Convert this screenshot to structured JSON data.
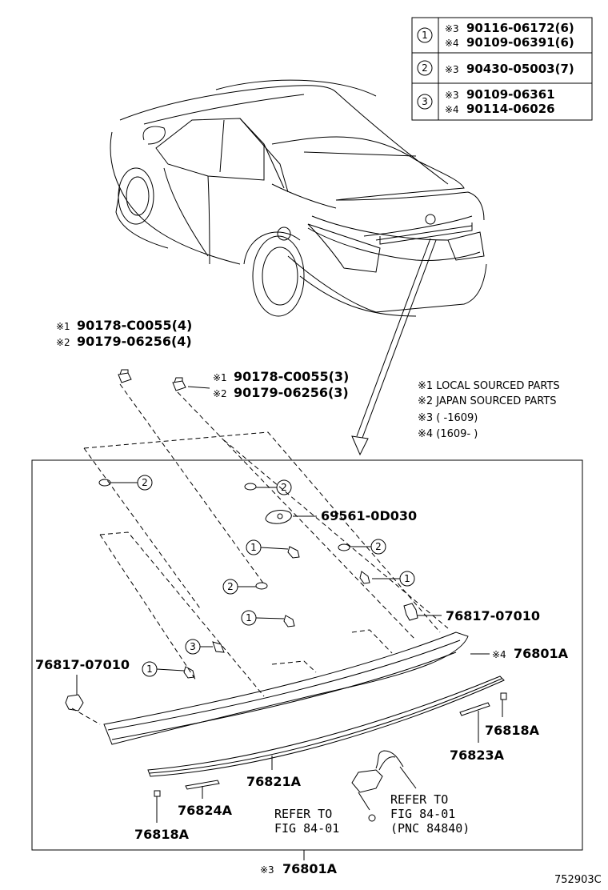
{
  "table": {
    "rows": [
      {
        "num": "1",
        "lines": [
          {
            "mark": "※3",
            "text": "90116-06172(6)"
          },
          {
            "mark": "※4",
            "text": "90109-06391(6)"
          }
        ]
      },
      {
        "num": "2",
        "lines": [
          {
            "mark": "※3",
            "text": "90430-05003(7)"
          }
        ]
      },
      {
        "num": "3",
        "lines": [
          {
            "mark": "※3",
            "text": "90109-06361"
          },
          {
            "mark": "※4",
            "text": "90114-06026"
          }
        ]
      }
    ]
  },
  "top_left": {
    "line1_mark": "※1",
    "line1": "90178-C0055(4)",
    "line2_mark": "※2",
    "line2": "90179-06256(4)"
  },
  "top_mid": {
    "line1_mark": "※1",
    "line1": "90178-C0055(3)",
    "line2_mark": "※2",
    "line2": "90179-06256(3)"
  },
  "legend": {
    "l1": "※1 LOCAL SOURCED PARTS",
    "l2": "※2 JAPAN SOURCED PARTS",
    "l3": "※3 (      -1609)",
    "l4": "※4 (1609-      )"
  },
  "parts": {
    "p69561": "69561-0D030",
    "p76817_right": "76817-07010",
    "p76817_left": "76817-07010",
    "p76801a_mark": "※4",
    "p76801a": "76801A",
    "p76818a_right": "76818A",
    "p76823a": "76823A",
    "p76821a": "76821A",
    "p76824a": "76824A",
    "p76818a_left": "76818A",
    "bottom_mark": "※3",
    "bottom_76801a": "76801A"
  },
  "refer1": {
    "l1": "REFER TO",
    "l2": "FIG 84-01"
  },
  "refer2": {
    "l1": "REFER TO",
    "l2": "FIG 84-01",
    "l3": "(PNC 84840)"
  },
  "callouts": {
    "c1": "1",
    "c2": "2",
    "c3": "3"
  },
  "figure_code": "752903C"
}
